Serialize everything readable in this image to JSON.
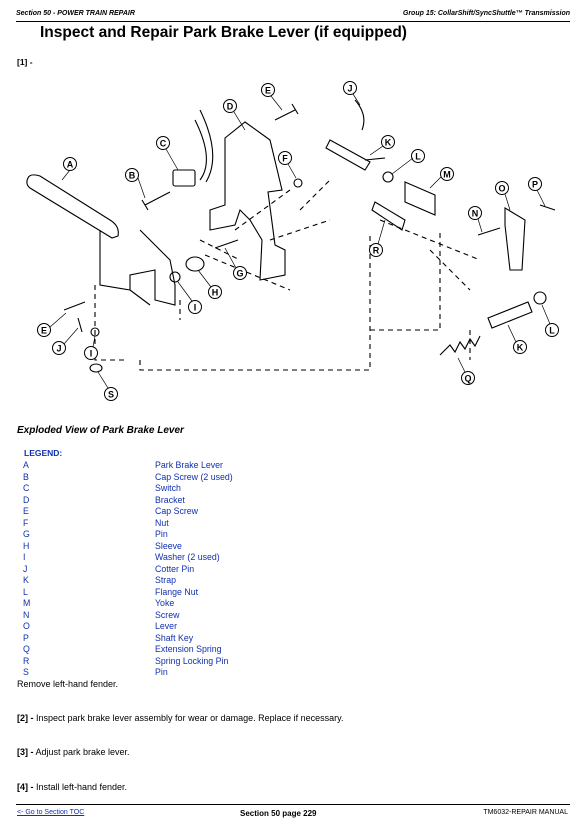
{
  "header": {
    "left": "Section 50 - POWER TRAIN REPAIR",
    "right": "Group 15: CollarShift/SyncShuttle™ Transmission"
  },
  "title": "Inspect and Repair Park Brake Lever (if equipped)",
  "step1_label": "[1] -",
  "figure": {
    "callouts": [
      "A",
      "B",
      "C",
      "D",
      "E",
      "F",
      "G",
      "H",
      "I",
      "J",
      "K",
      "L",
      "M",
      "N",
      "O",
      "P",
      "Q",
      "R",
      "S"
    ]
  },
  "caption": "Exploded View of Park Brake Lever",
  "legend": {
    "title": "LEGEND:",
    "items": [
      {
        "key": "A",
        "label": "Park Brake Lever"
      },
      {
        "key": "B",
        "label": "Cap Screw (2 used)"
      },
      {
        "key": "C",
        "label": "Switch"
      },
      {
        "key": "D",
        "label": "Bracket"
      },
      {
        "key": "E",
        "label": "Cap Screw"
      },
      {
        "key": "F",
        "label": "Nut"
      },
      {
        "key": "G",
        "label": "Pin"
      },
      {
        "key": "H",
        "label": "Sleeve"
      },
      {
        "key": "I",
        "label": "Washer (2 used)"
      },
      {
        "key": "J",
        "label": "Cotter Pin"
      },
      {
        "key": "K",
        "label": "Strap"
      },
      {
        "key": "L",
        "label": "Flange Nut"
      },
      {
        "key": "M",
        "label": "Yoke"
      },
      {
        "key": "N",
        "label": "Screw"
      },
      {
        "key": "O",
        "label": "Lever"
      },
      {
        "key": "P",
        "label": "Shaft Key"
      },
      {
        "key": "Q",
        "label": "Extension Spring"
      },
      {
        "key": "R",
        "label": "Spring Locking Pin"
      },
      {
        "key": "S",
        "label": "Pin"
      }
    ]
  },
  "steps": [
    {
      "label": "",
      "text": "Remove left-hand fender."
    },
    {
      "label": "[2] -",
      "text": " Inspect park brake lever assembly for wear or damage. Replace if necessary."
    },
    {
      "label": "[3] -",
      "text": " Adjust park brake lever."
    },
    {
      "label": "[4] -",
      "text": " Install left-hand fender."
    }
  ],
  "footer": {
    "left": "<- Go to Section TOC",
    "center": "Section 50 page 229",
    "right": "TM6032-REPAIR MANUAL"
  }
}
